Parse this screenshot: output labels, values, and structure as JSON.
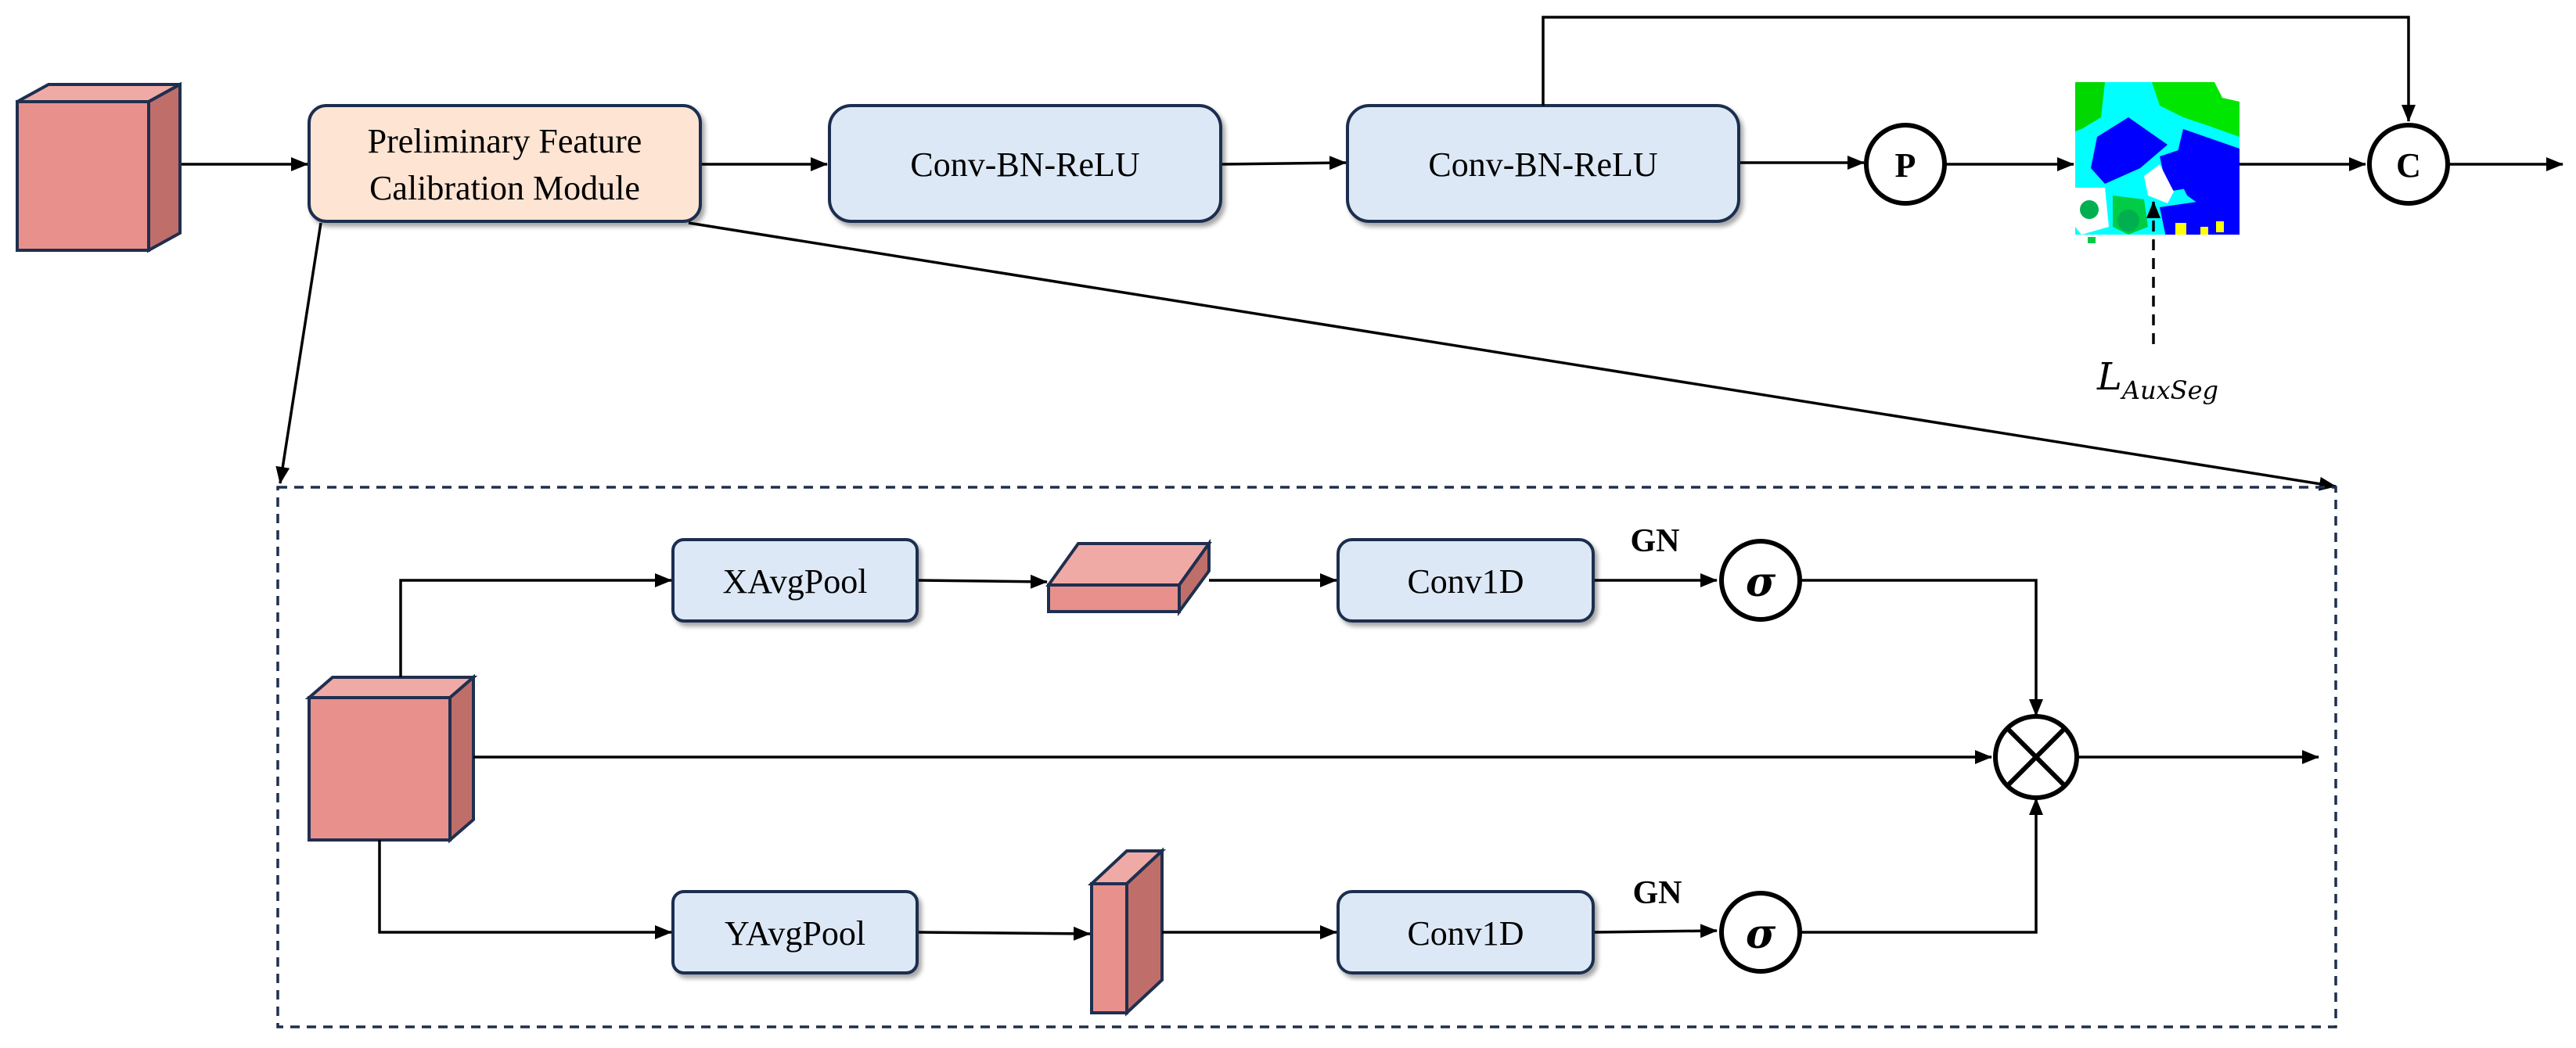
{
  "top": {
    "pfcm_line1": "Preliminary Feature",
    "pfcm_line2": "Calibration Module",
    "conv1": "Conv-BN-ReLU",
    "conv2": "Conv-BN-ReLU",
    "pool_op": "P",
    "concat_op": "C",
    "loss_main": "L",
    "loss_sub": "AuxSeg"
  },
  "detail": {
    "xpool": "XAvgPool",
    "ypool": "YAvgPool",
    "conv_top": "Conv1D",
    "conv_bottom": "Conv1D",
    "gn_top": "GN",
    "gn_bottom": "GN",
    "sigma_top": "σ",
    "sigma_bottom": "σ"
  },
  "colors": {
    "feature_front": "#e8908c",
    "feature_side": "#c06e6a",
    "feature_top": "#f0aaa6",
    "pfcm_fill": "#fde4d3",
    "conv_fill": "#dde8f6",
    "stroke": "#1f2f4f"
  }
}
